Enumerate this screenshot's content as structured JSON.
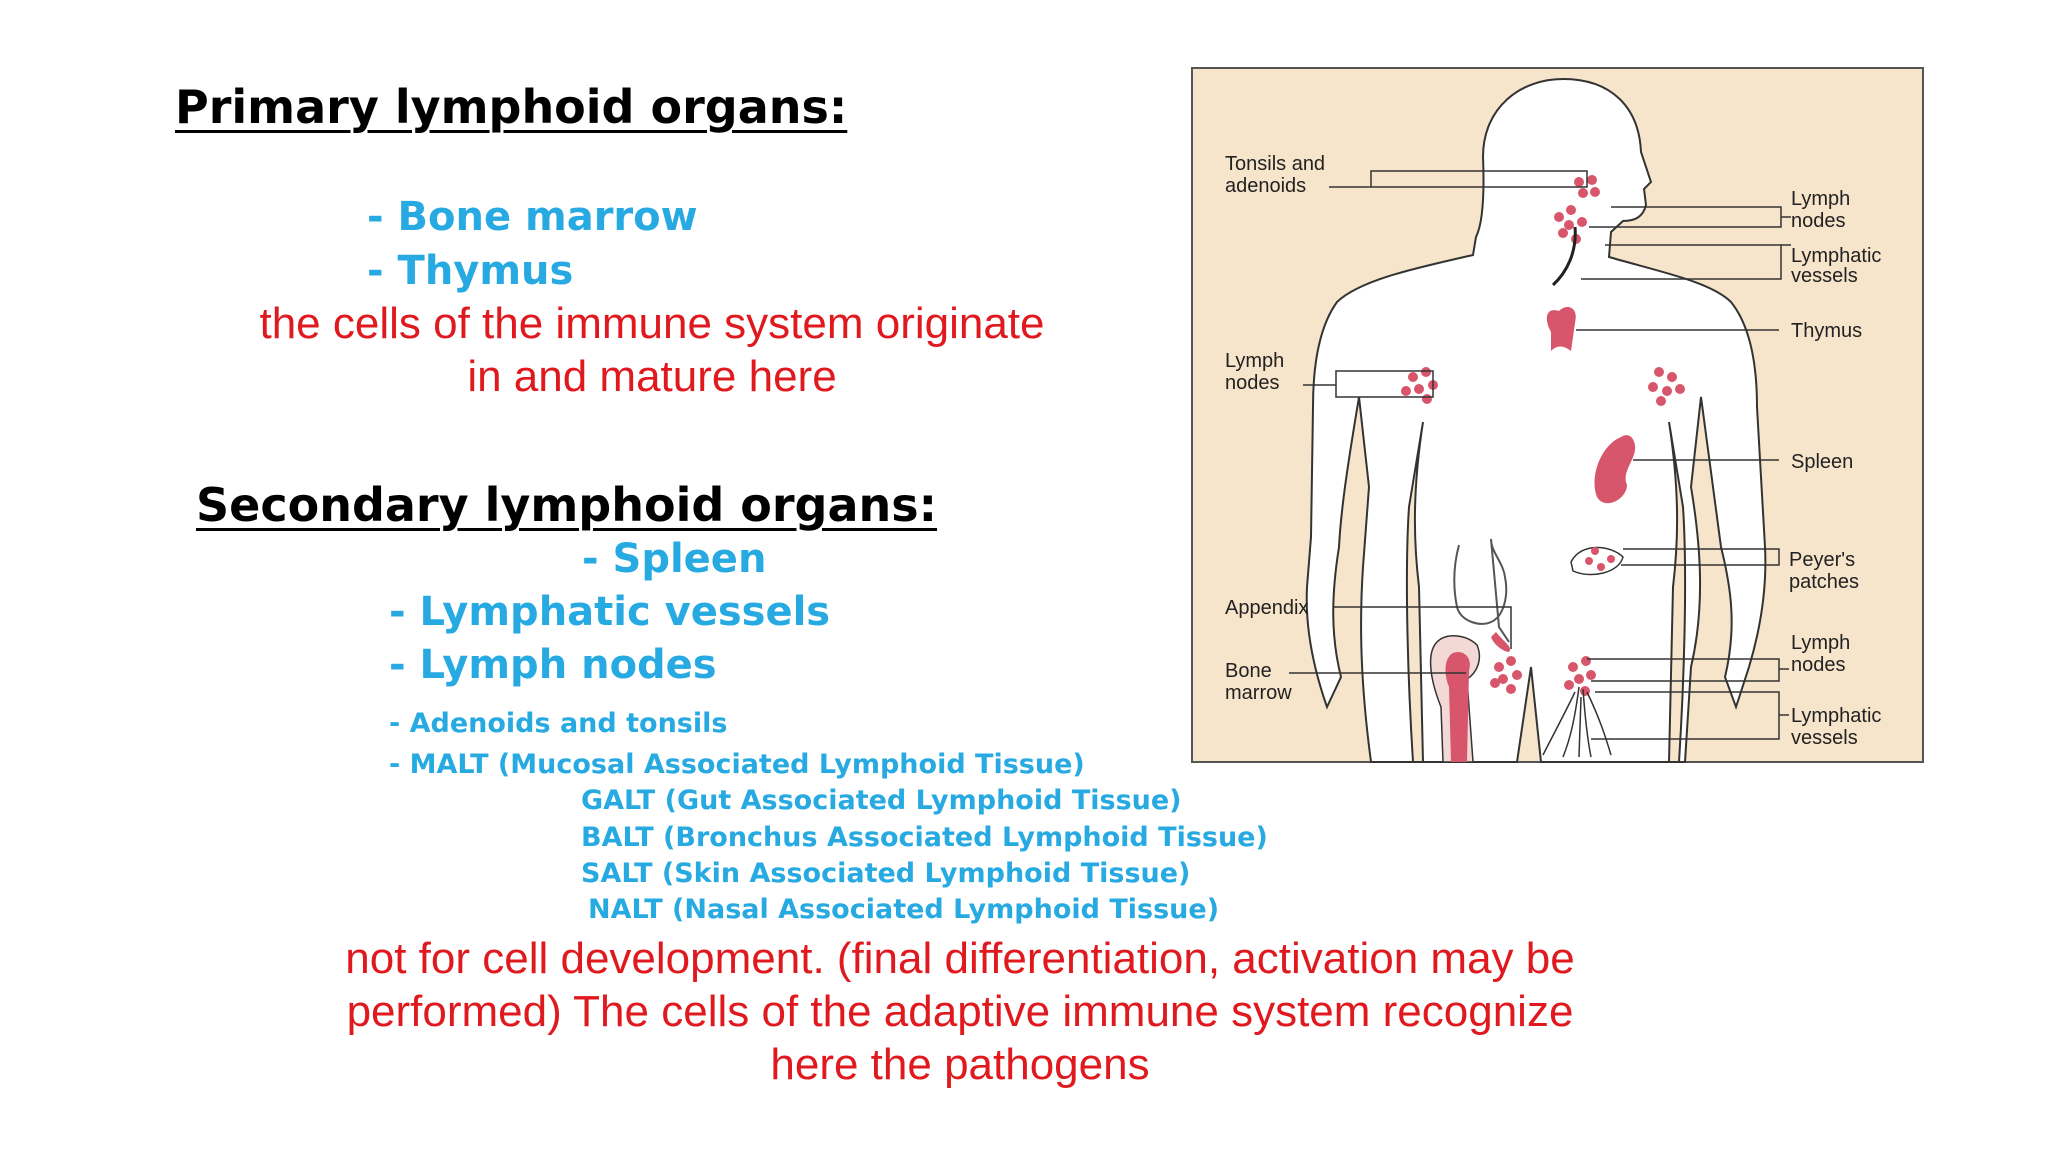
{
  "primary": {
    "heading": "Primary lymphoid organs:",
    "items": [
      "- Bone marrow",
      "- Thymus"
    ],
    "note_lines": [
      "the cells of the immune system originate",
      "in and mature here"
    ]
  },
  "secondary": {
    "heading": "Secondary lymphoid organs:",
    "items_large": [
      "- Spleen",
      "- Lymphatic vessels",
      "- Lymph nodes"
    ],
    "items_small": [
      "- Adenoids and tonsils",
      "- MALT (Mucosal Associated Lymphoid Tissue)",
      "GALT (Gut Associated Lymphoid Tissue)",
      "BALT (Bronchus Associated Lymphoid Tissue)",
      "SALT (Skin Associated Lymphoid Tissue)",
      "NALT (Nasal Associated Lymphoid Tissue)"
    ],
    "note_lines": [
      "not for cell development. (final differentiation, activation may be",
      "performed) The cells of the adaptive immune system recognize",
      "here the pathogens"
    ]
  },
  "figure": {
    "labels_left": {
      "tonsils": [
        "Tonsils and",
        "adenoids"
      ],
      "lymph_nodes": [
        "Lymph",
        "nodes"
      ],
      "appendix": [
        "Appendix"
      ],
      "bone_marrow": [
        "Bone",
        "marrow"
      ]
    },
    "labels_right": {
      "lymph_nodes_neck": [
        "Lymph",
        "nodes"
      ],
      "lymphatic_vessels_neck": [
        "Lymphatic",
        "vessels"
      ],
      "thymus": [
        "Thymus"
      ],
      "spleen": [
        "Spleen"
      ],
      "peyers_patches": [
        "Peyer's",
        "patches"
      ],
      "lymph_nodes_groin": [
        "Lymph",
        "nodes"
      ],
      "lymphatic_vessels_leg": [
        "Lymphatic",
        "vessels"
      ]
    }
  },
  "colors": {
    "heading": "#000000",
    "organ_text": "#27a9e1",
    "note_text": "#e0191f",
    "figure_bg": "#f6e4cb",
    "organ_fill": "#d8566b"
  }
}
